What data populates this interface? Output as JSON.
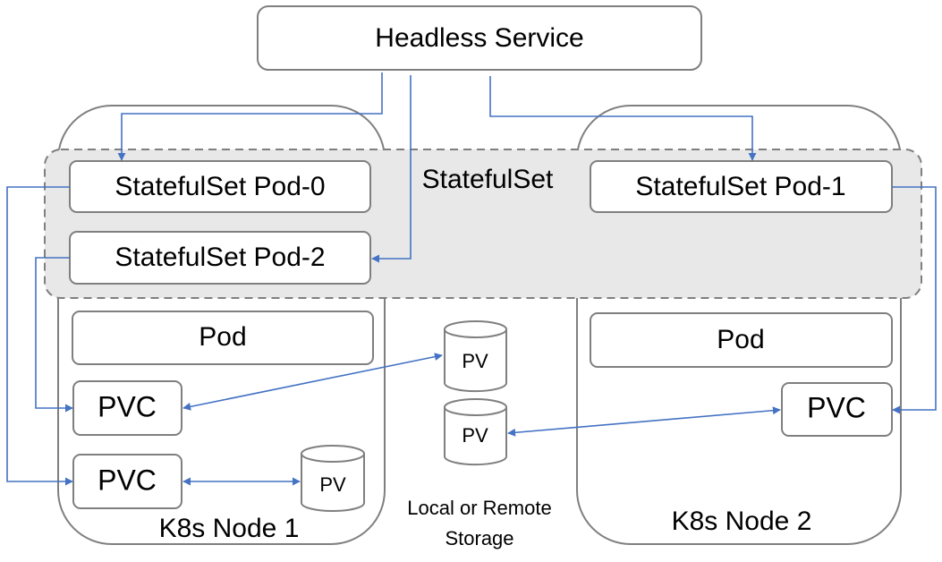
{
  "headless_service": {
    "label": "Headless Service"
  },
  "statefulset": {
    "label": "StatefulSet",
    "pods": [
      {
        "label": "StatefulSet Pod-0"
      },
      {
        "label": "StatefulSet Pod-2"
      },
      {
        "label": "StatefulSet Pod-1"
      }
    ]
  },
  "node1": {
    "label": "K8s Node 1",
    "pod_label": "Pod",
    "pvc_labels": [
      "PVC",
      "PVC"
    ],
    "pv_label": "PV"
  },
  "node2": {
    "label": "K8s Node 2",
    "pod_label": "Pod",
    "pvc_label": "PVC"
  },
  "storage": {
    "pv_labels": [
      "PV",
      "PV"
    ],
    "caption_line1": "Local or Remote",
    "caption_line2": "Storage"
  },
  "colors": {
    "connector": "#4472c4",
    "border": "#7f7f7f",
    "band": "#e8e8e8"
  }
}
